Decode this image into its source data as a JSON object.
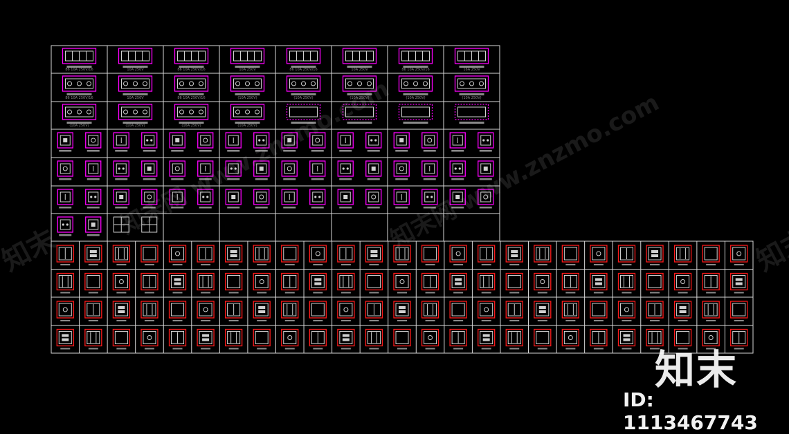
{
  "drawing": {
    "title": "",
    "colors": {
      "background": "#000000",
      "grid": "#d8d8d8",
      "plate_top": "#ff00ff",
      "plate_bottom": "#ff1a1a",
      "inner": "#d0d0d0",
      "label": "#8a8a8a"
    },
    "upper_block": {
      "columns": 8,
      "rows": [
        {
          "kind": "wide-switch",
          "cells": 8,
          "labels": [
            "86 10A 250V/16",
            "10A 250V",
            "86 10A 250V/16",
            "10A 250V",
            "86 10A 250V/16",
            "10A 250V",
            "86 10A 250V/16",
            "16A 250V"
          ]
        },
        {
          "kind": "wide-socket",
          "cells": 8,
          "labels": [
            "86 10A 250V/16",
            "10A 250V",
            "86 10A 250V/16",
            "(10A 250V)",
            "(10A 250V)",
            "(10A 250V)",
            "(10A 250V)",
            "(10A 250V)"
          ]
        },
        {
          "kind": "wide-mixed",
          "cells": 8,
          "labels": [
            "(10A 250V)",
            "(10A 250V)",
            "(16A 250V)",
            "(10A 250V)",
            "",
            "",
            "",
            ""
          ]
        },
        {
          "kind": "small",
          "cells": 16
        },
        {
          "kind": "small",
          "cells": 16
        },
        {
          "kind": "small",
          "cells": 16
        },
        {
          "kind": "small-partial",
          "cells": 16,
          "filled": 4
        }
      ]
    },
    "lower_block": {
      "columns": 25,
      "rows": 4
    },
    "watermarks": [
      "知末网 www.znzmo.com",
      "知末网 www.znzmo.com",
      "知末",
      "知末"
    ]
  },
  "brand": {
    "logo": "知末",
    "id_label": "ID: 1113467743"
  }
}
